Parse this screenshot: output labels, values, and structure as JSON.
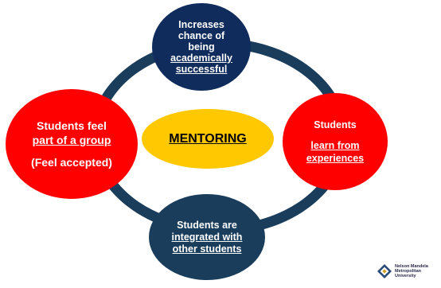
{
  "diagram": {
    "center": {
      "label": "MENTORING"
    },
    "top": {
      "lines": [
        "Increases",
        "chance of",
        "being",
        "academically",
        "successful"
      ]
    },
    "right": {
      "line1": "Students",
      "line2": "learn from",
      "line3": "experiences"
    },
    "bottom": {
      "line1": "Students are",
      "line2": "integrated with",
      "line3": "other students"
    },
    "left": {
      "line1": "Students feel",
      "line2": "part of a group",
      "line3": "(Feel accepted)"
    }
  },
  "logo": {
    "lines": [
      "Nelson Mandela",
      "Metropolitan",
      "University"
    ]
  },
  "colors": {
    "ring": "#1a3d5c",
    "navy": "#0f2c5c",
    "red": "#ff0000",
    "yellow": "#ffc800"
  }
}
